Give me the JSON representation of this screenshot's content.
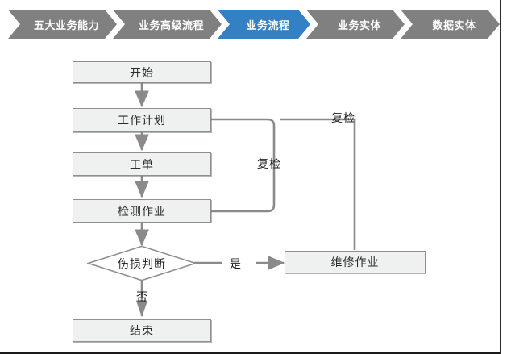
{
  "breadcrumb": {
    "name": "business-capability-breadcrumb",
    "items": [
      {
        "label": "五大业务能力",
        "active": false
      },
      {
        "label": "业务高级流程",
        "active": false
      },
      {
        "label": "业务流程",
        "active": true
      },
      {
        "label": "业务实体",
        "active": false
      },
      {
        "label": "数据实体",
        "active": false
      }
    ],
    "colors": {
      "inactive": "#808080",
      "active": "#3480c4",
      "text": "#ffffff"
    }
  },
  "flowchart": {
    "title": "业务流程",
    "node_style": {
      "fill": "#eff0f0",
      "border": "#8f8f8f",
      "text": "#2b2b2b"
    },
    "connector_color": "#8a8a8a",
    "nodes": {
      "start": "开始",
      "work_plan": "工作计划",
      "work_order": "工单",
      "inspection": "检测作业",
      "decision": "伤损判断",
      "repair": "维修作业",
      "end": "结束"
    },
    "edge_labels": {
      "yes": "是",
      "no": "否",
      "recheck_inner": "复检",
      "recheck_outer": "复检"
    }
  }
}
